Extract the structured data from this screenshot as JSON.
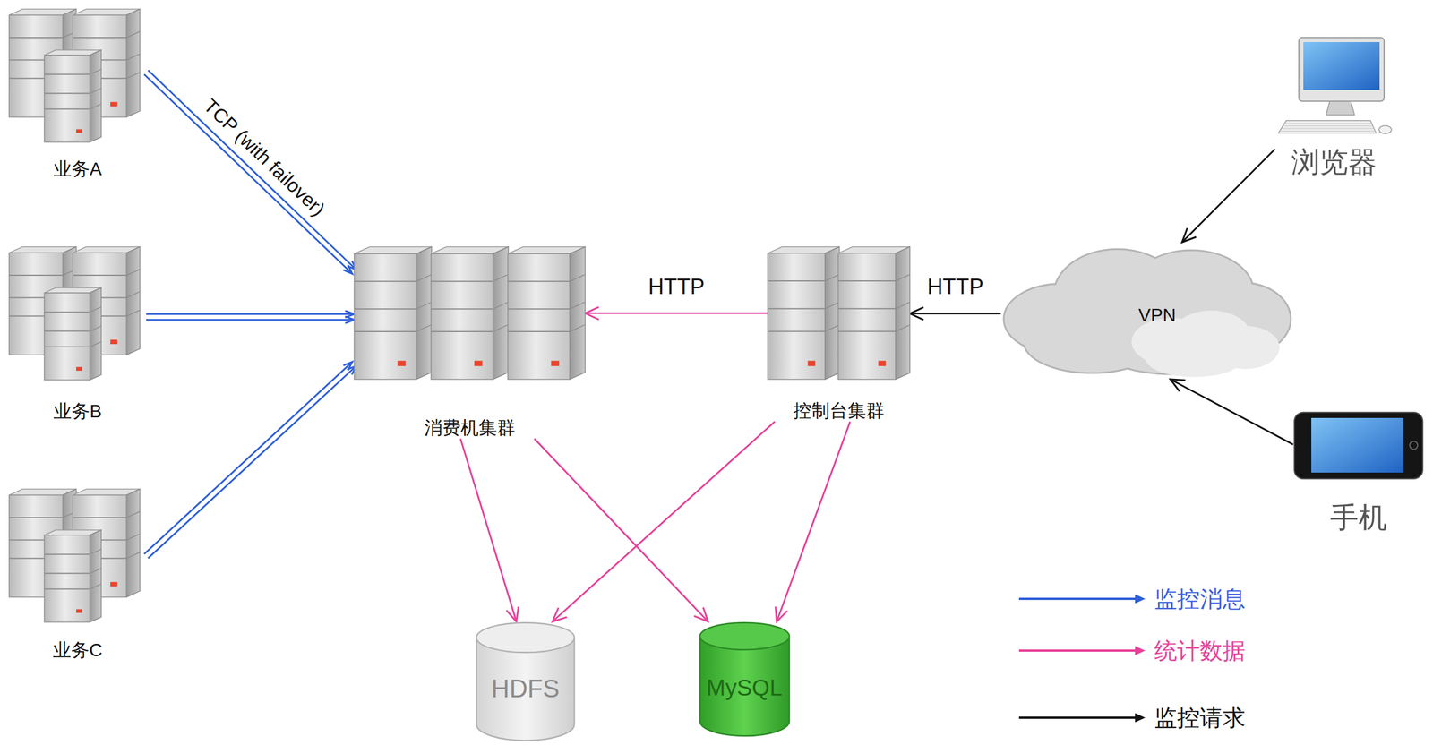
{
  "diagram": {
    "nodes": [
      {
        "text": [
          "业务A"
        ]
      },
      {
        "text": [
          "浏览器"
        ]
      },
      {
        "text": [
          "业务B"
        ]
      },
      {
        "text": [
          "消费机集群"
        ]
      },
      {
        "text": [
          "控制台集群"
        ]
      },
      {
        "text": [
          "VPN"
        ]
      },
      {
        "text": [
          "手机"
        ]
      },
      {
        "text": [
          "业务C"
        ]
      },
      {
        "text": [
          "HDFS"
        ]
      },
      {
        "text": [
          "MySQL"
        ]
      }
    ],
    "edges": [
      {
        "from": 0,
        "to": 3,
        "arrow": "to",
        "label": "TCP (with failover)"
      },
      {
        "from": 2,
        "to": 3,
        "arrow": "to"
      },
      {
        "from": 7,
        "to": 3,
        "arrow": "to"
      },
      {
        "from": 4,
        "to": 3,
        "arrow": "to",
        "label": "HTTP"
      },
      {
        "from": 5,
        "to": 4,
        "arrow": "to",
        "label": "HTTP"
      },
      {
        "from": 1,
        "to": 5,
        "arrow": "to"
      },
      {
        "from": 6,
        "to": 5,
        "arrow": "to"
      },
      {
        "from": 3,
        "to": 8,
        "arrow": "to"
      },
      {
        "from": 3,
        "to": 9,
        "arrow": "to"
      },
      {
        "from": 4,
        "to": 8,
        "arrow": "to"
      },
      {
        "from": 4,
        "to": 9,
        "arrow": "to"
      }
    ],
    "legend": [
      {
        "text": "监控消息"
      },
      {
        "text": "统计数据"
      },
      {
        "text": "监控请求"
      }
    ]
  }
}
